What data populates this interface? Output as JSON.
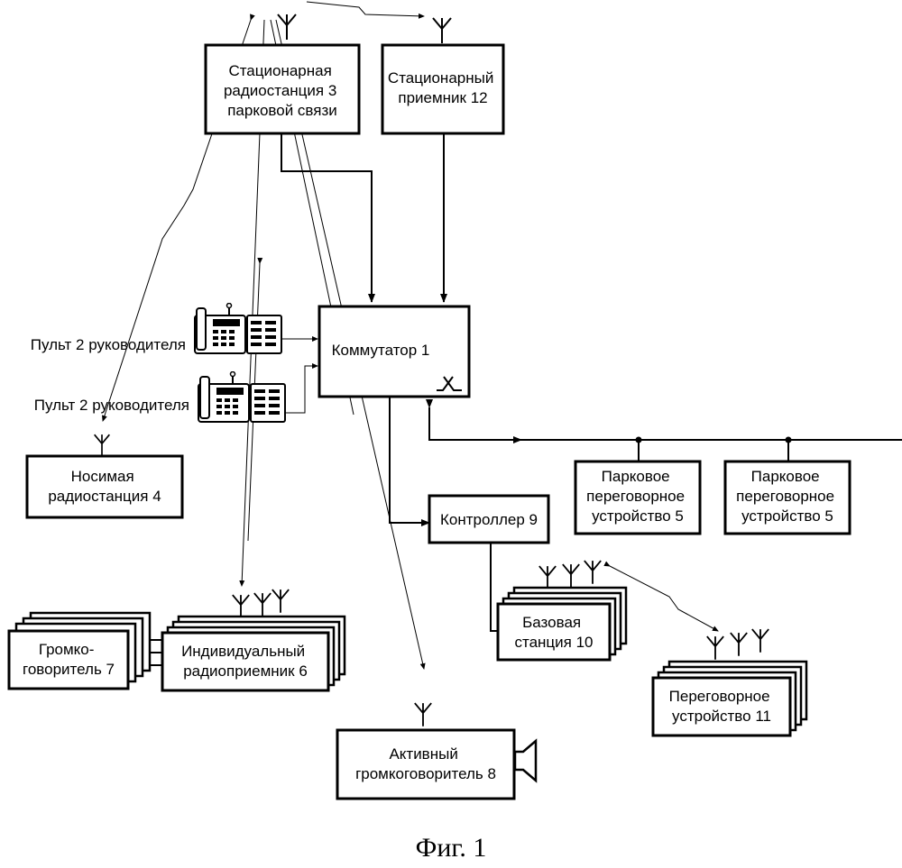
{
  "nodes": {
    "radio_station_3": [
      "Стационарная",
      "радиостанция 3",
      "парковой связи"
    ],
    "receiver_12": [
      "Стационарный",
      "приемник 12"
    ],
    "switch_1": [
      "Коммутатор 1"
    ],
    "console_2a": [
      "Пульт 2 руководителя"
    ],
    "console_2b": [
      "Пульт 2 руководителя"
    ],
    "portable_radio_4": [
      "Носимая",
      "радиостанция 4"
    ],
    "park_intercom_5a": [
      "Парковое",
      "переговорное",
      "устройство 5"
    ],
    "park_intercom_5b": [
      "Парковое",
      "переговорное",
      "устройство 5"
    ],
    "controller_9": [
      "Контроллер 9"
    ],
    "base_station_10": [
      "Базовая",
      "станция 10"
    ],
    "intercom_11": [
      "Переговорное",
      "устройство 11"
    ],
    "loudspeaker_7": [
      "Громко-",
      "говоритель 7"
    ],
    "individual_receiver_6": [
      "Индивидуальный",
      "радиоприемник 6"
    ],
    "active_loudspeaker_8": [
      "Активный",
      "громкоговоритель 8"
    ]
  },
  "caption": "Фиг. 1"
}
